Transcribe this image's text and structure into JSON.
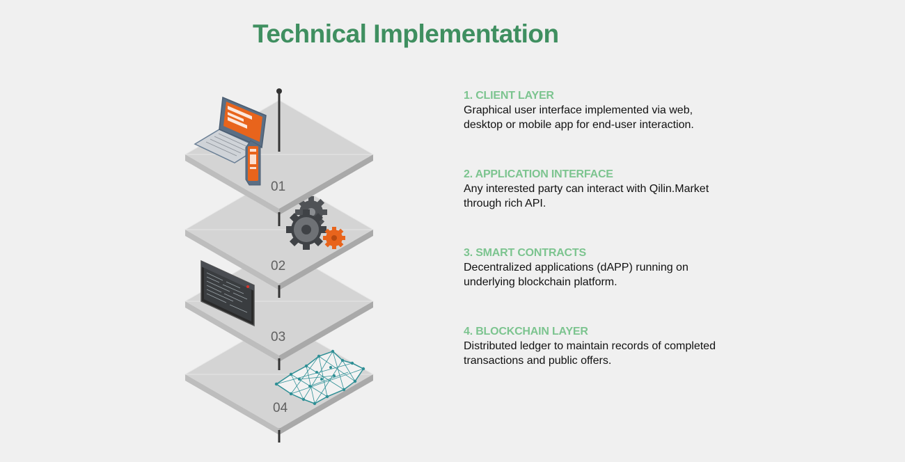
{
  "title": "Technical Implementation",
  "layers": [
    {
      "number": "01",
      "heading": "1. CLIENT LAYER",
      "description_lines": [
        "Graphical user interface implemented via web,",
        "desktop or mobile app for end-user interaction."
      ],
      "icon": "laptop-and-phone-icon"
    },
    {
      "number": "02",
      "heading": "2. APPLICATION INTERFACE",
      "description_lines": [
        "Any interested party can interact with Qilin.Market",
        "through rich API."
      ],
      "icon": "gears-icon"
    },
    {
      "number": "03",
      "heading": "3. SMART CONTRACTS",
      "description_lines": [
        "Decentralized applications (dAPP) running on",
        "underlying blockchain platform."
      ],
      "icon": "terminal-icon"
    },
    {
      "number": "04",
      "heading": "4. BLOCKCHAIN LAYER",
      "description_lines": [
        "Distributed ledger to maintain records of completed",
        "transactions and public offers."
      ],
      "icon": "network-mesh-icon"
    }
  ],
  "colors": {
    "title": "#3f8f60",
    "heading": "#7cc48f",
    "accent": "#e8641c",
    "network": "#2e8f95"
  }
}
